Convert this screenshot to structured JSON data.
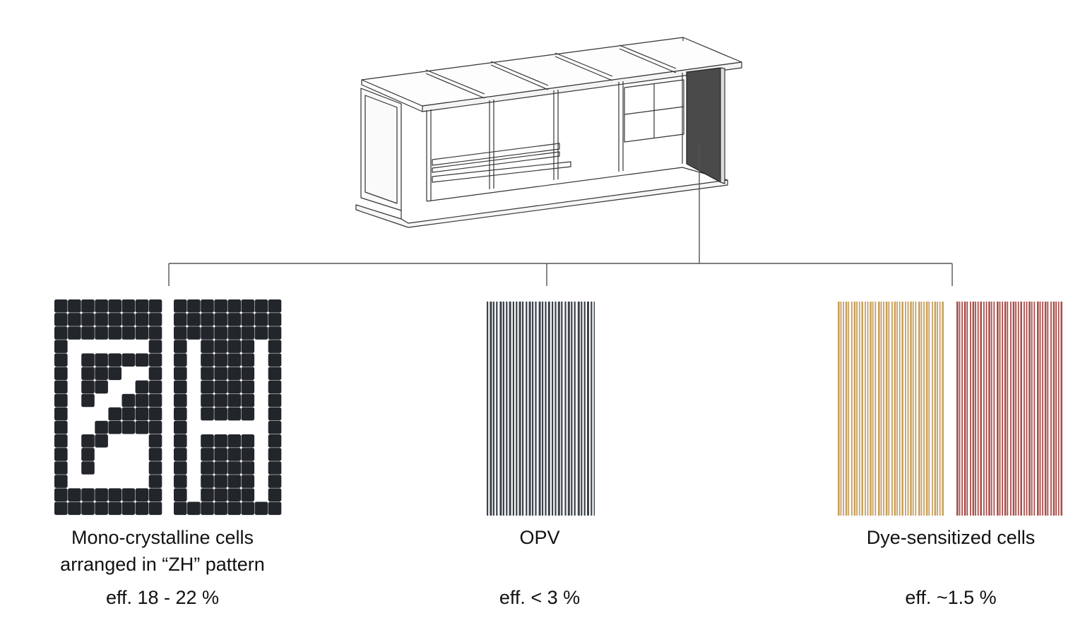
{
  "diagram": {
    "subject": "bus-shelter",
    "panels": [
      {
        "id": "mono",
        "label_lines": [
          "Mono-crystalline cells",
          "arranged in “ZH” pattern"
        ],
        "efficiency": "eff. 18 - 22 %",
        "colors": {
          "cell": "#22262b",
          "gap": "#ffffff"
        }
      },
      {
        "id": "opv",
        "label_lines": [
          "OPV"
        ],
        "efficiency": "eff. < 3 %",
        "colors": {
          "stripe": "#3b414a"
        }
      },
      {
        "id": "dye",
        "label_lines": [
          "Dye-sensitized cells"
        ],
        "efficiency": "eff. ~1.5 %",
        "colors": {
          "stripe_left": "#c8a05c",
          "stripe_right": "#a94f4b"
        }
      }
    ],
    "colors": {
      "line": "#555555",
      "shelter_stroke": "#333333",
      "shelter_panel": "#4a4a4a"
    }
  }
}
